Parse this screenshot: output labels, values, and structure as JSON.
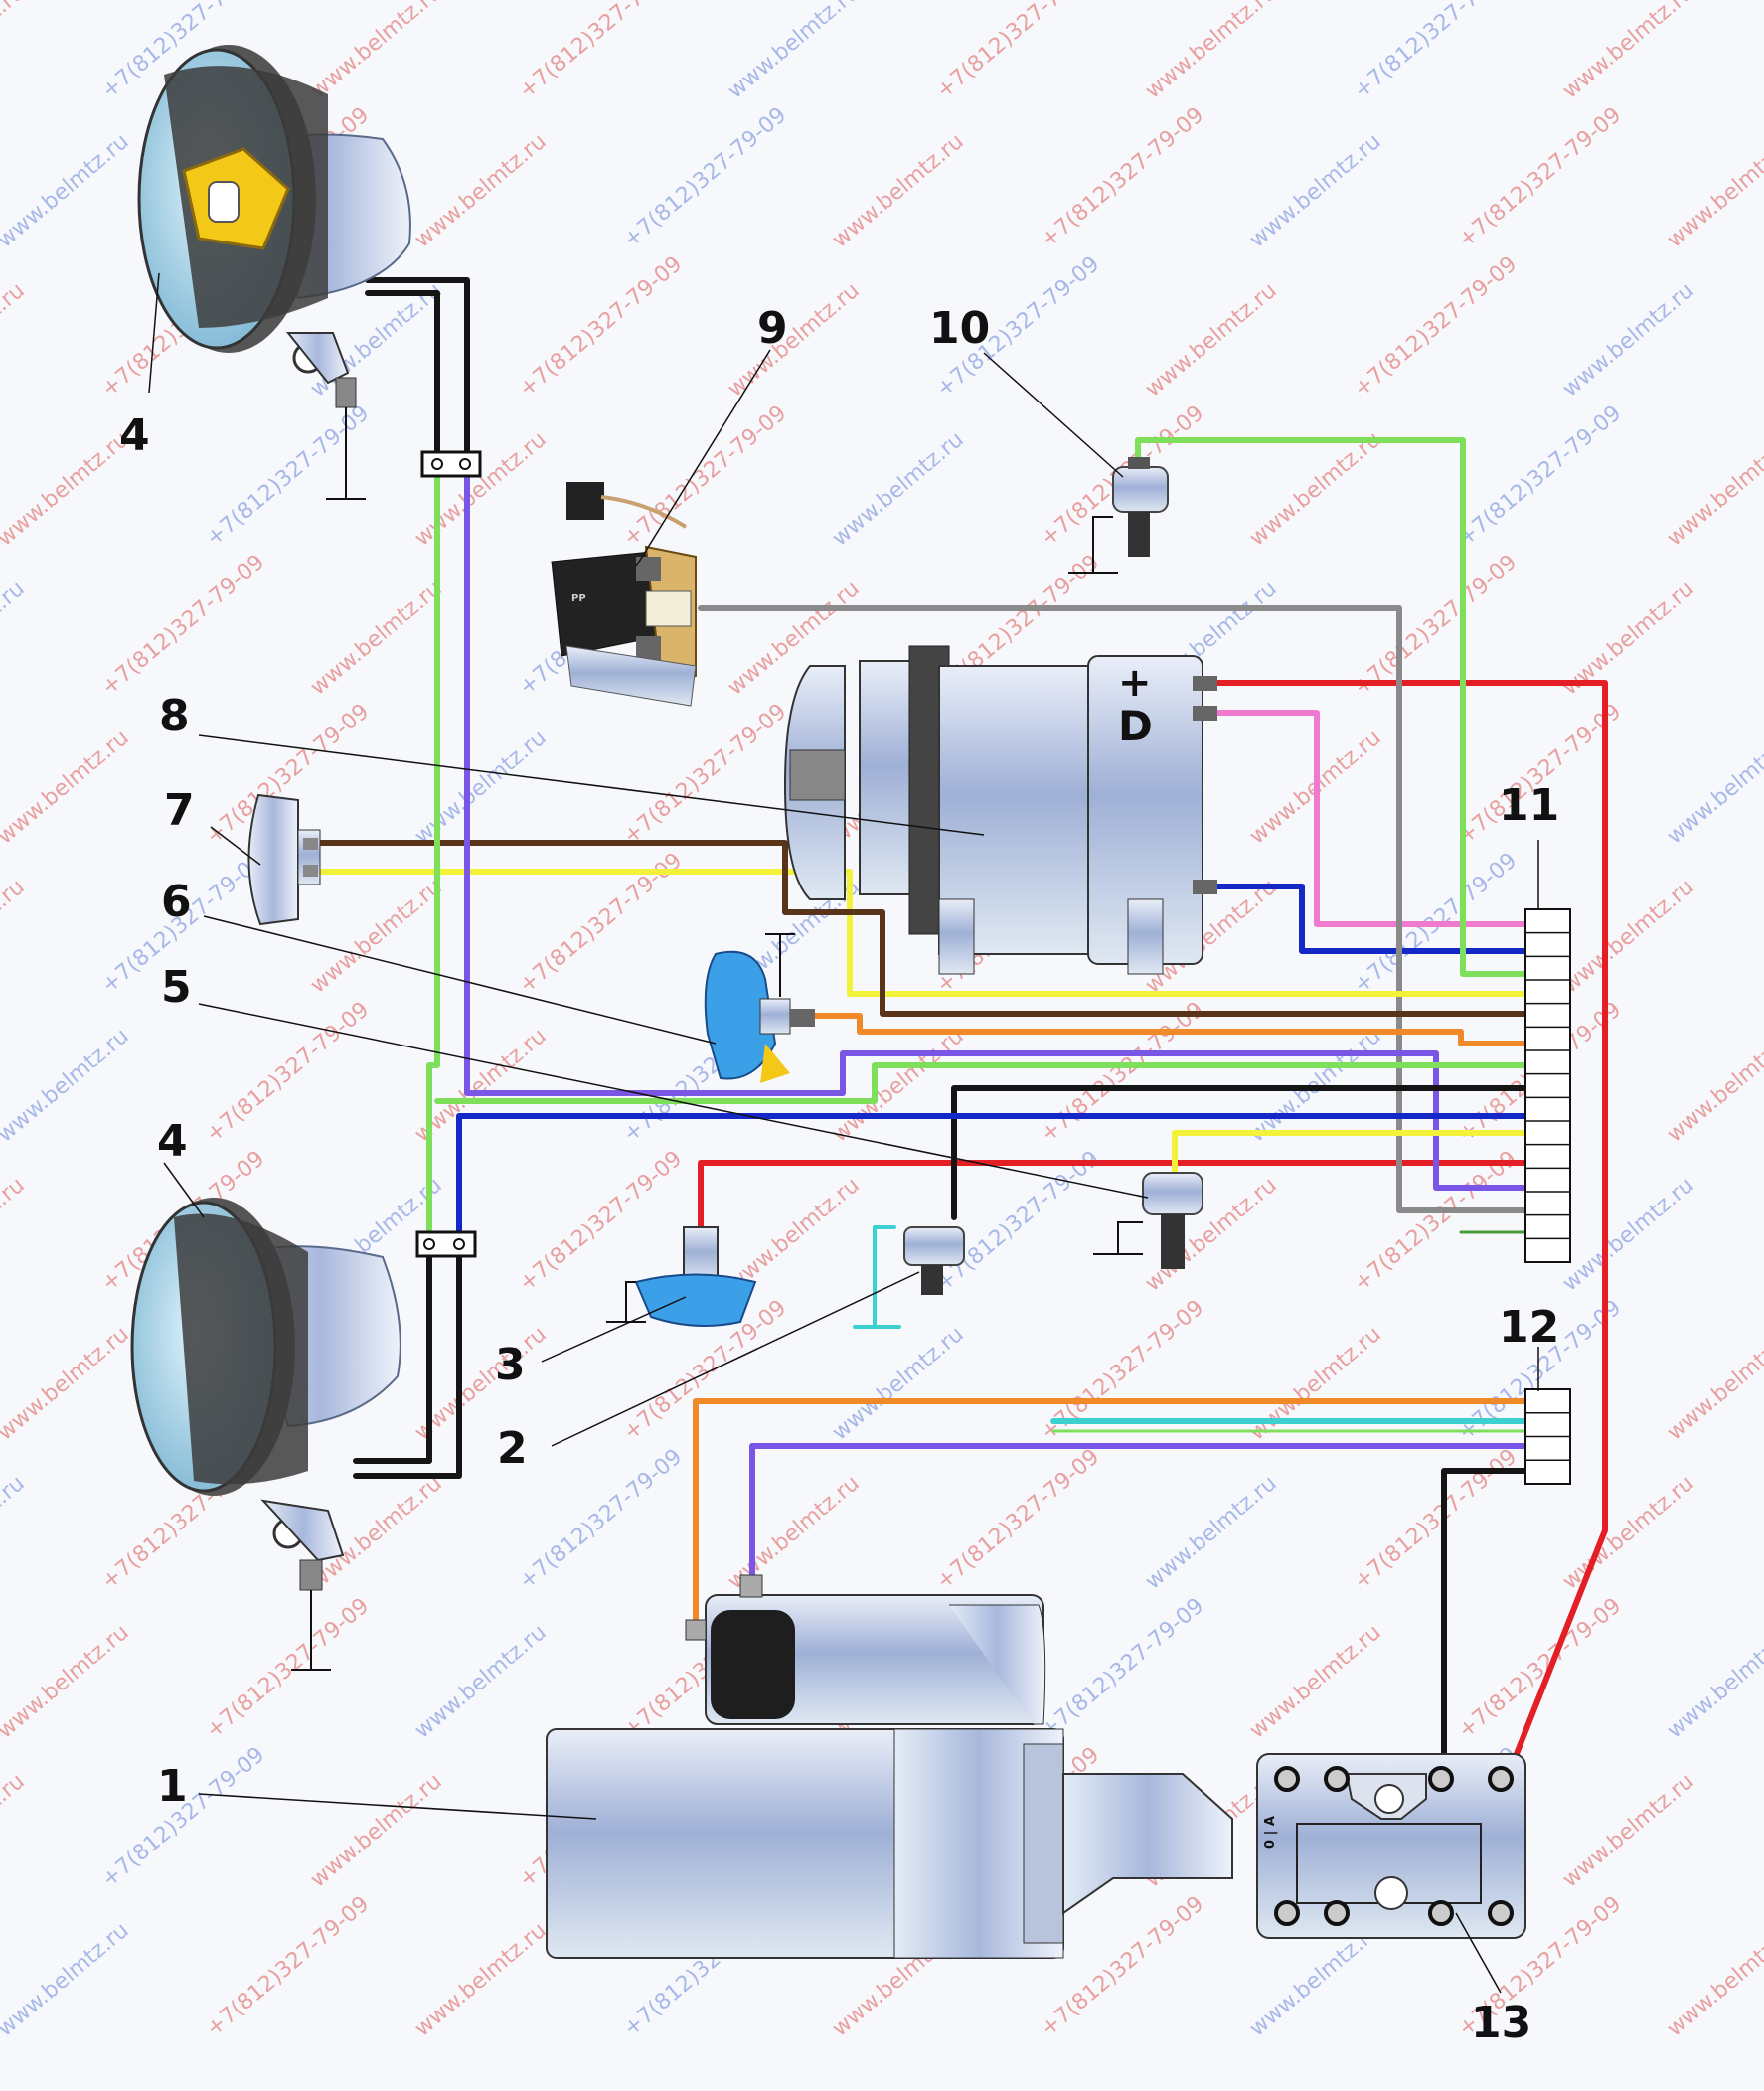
{
  "diagram": {
    "callouts": [
      "1",
      "2",
      "3",
      "4",
      "4",
      "5",
      "6",
      "7",
      "8",
      "9",
      "10",
      "11",
      "12",
      "13"
    ],
    "generator_plus": "+",
    "generator_d": "D",
    "battery_switch_mark": "0 | A",
    "watermark_site": "www.belmtz.ru",
    "watermark_phone": "+7(812)327-79-09"
  },
  "colors": {
    "red": "#e31e24",
    "green": "#7ee05a",
    "violet": "#7a56e6",
    "blue": "#1428c8",
    "pink": "#f07ad0",
    "yellow": "#f2f23a",
    "brown": "#5a3418",
    "orange": "#f08a28",
    "gray": "#8a8a8a",
    "black": "#151515",
    "cyan": "#3cd0d0",
    "watermark_red": "#e8a0a0",
    "watermark_blue": "#a8b8e8"
  },
  "icons": [
    "headlight-icon",
    "generator-icon",
    "regulator-relay-icon",
    "pressure-sensor-icon",
    "sound-signal-icon",
    "starter-icon",
    "battery-switch-icon",
    "terminal-block-icon",
    "ground-symbol-icon"
  ]
}
